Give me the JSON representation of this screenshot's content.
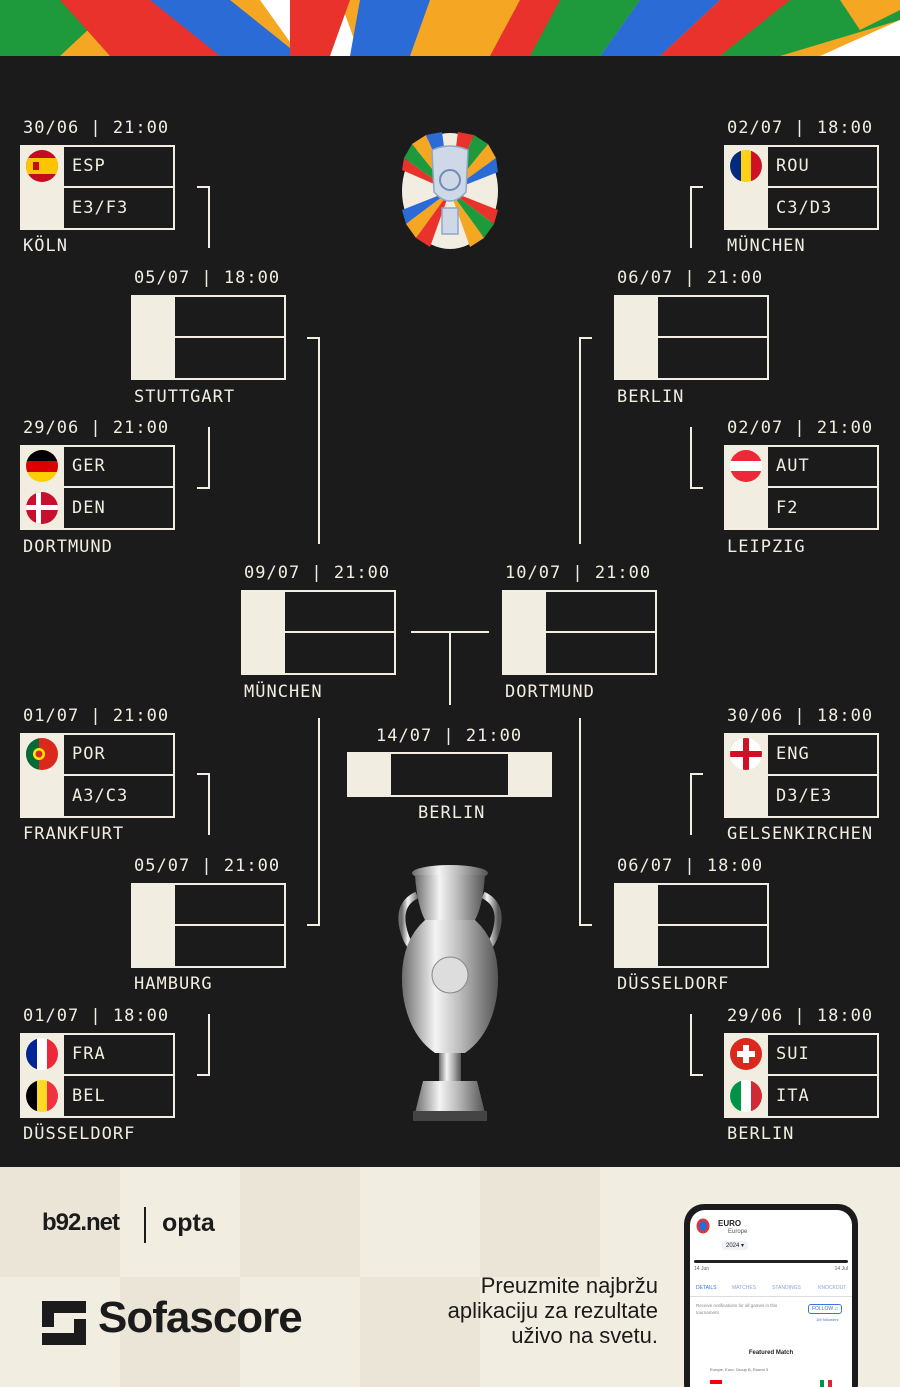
{
  "matches": {
    "r16_esp": {
      "date": "30/06 | 21:00",
      "team1": "ESP",
      "team2": "E3/F3",
      "city": "KÖLN"
    },
    "r16_ger": {
      "date": "29/06 | 21:00",
      "team1": "GER",
      "team2": "DEN",
      "city": "DORTMUND"
    },
    "r16_por": {
      "date": "01/07 | 21:00",
      "team1": "POR",
      "team2": "A3/C3",
      "city": "FRANKFURT"
    },
    "r16_fra": {
      "date": "01/07 | 18:00",
      "team1": "FRA",
      "team2": "BEL",
      "city": "DÜSSELDORF"
    },
    "r16_rou": {
      "date": "02/07 | 18:00",
      "team1": "ROU",
      "team2": "C3/D3",
      "city": "MÜNCHEN"
    },
    "r16_aut": {
      "date": "02/07 | 21:00",
      "team1": "AUT",
      "team2": "F2",
      "city": "LEIPZIG"
    },
    "r16_eng": {
      "date": "30/06 | 18:00",
      "team1": "ENG",
      "team2": "D3/E3",
      "city": "GELSENKIRCHEN"
    },
    "r16_sui": {
      "date": "29/06 | 18:00",
      "team1": "SUI",
      "team2": "ITA",
      "city": "BERLIN"
    },
    "qf_l1": {
      "date": "05/07 | 18:00",
      "city": "STUTTGART"
    },
    "qf_l2": {
      "date": "05/07 | 21:00",
      "city": "HAMBURG"
    },
    "qf_r1": {
      "date": "06/07 | 21:00",
      "city": "BERLIN"
    },
    "qf_r2": {
      "date": "06/07 | 18:00",
      "city": "DÜSSELDORF"
    },
    "sf_l": {
      "date": "09/07 | 21:00",
      "city": "MÜNCHEN"
    },
    "sf_r": {
      "date": "10/07 | 21:00",
      "city": "DORTMUND"
    },
    "final": {
      "date": "14/07 | 21:00",
      "city": "BERLIN"
    }
  },
  "footer": {
    "partner1": "b92.net",
    "partner2": "opta",
    "brand": "Sofascore",
    "tagline1": "Preuzmite najbržu",
    "tagline2": "aplikaciju za rezultate",
    "tagline3": "uživo na svetu.",
    "phone": {
      "title": "EURO",
      "subtitle": "Europe",
      "year": "2024",
      "date_start": "14 Jun",
      "date_end": "14 Jul",
      "tabs": [
        "DETAILS",
        "MATCHES",
        "STANDINGS",
        "KNOCKOUT"
      ],
      "notify": "Receive notifications for all games in this tournament",
      "follow": "FOLLOW",
      "followers": "1M followers",
      "featured": "Featured Match",
      "match_meta": "Europe, Euro, Group B, Round 3"
    }
  },
  "colors": {
    "background": "#1b1b1b",
    "cream": "#f2ede1"
  }
}
